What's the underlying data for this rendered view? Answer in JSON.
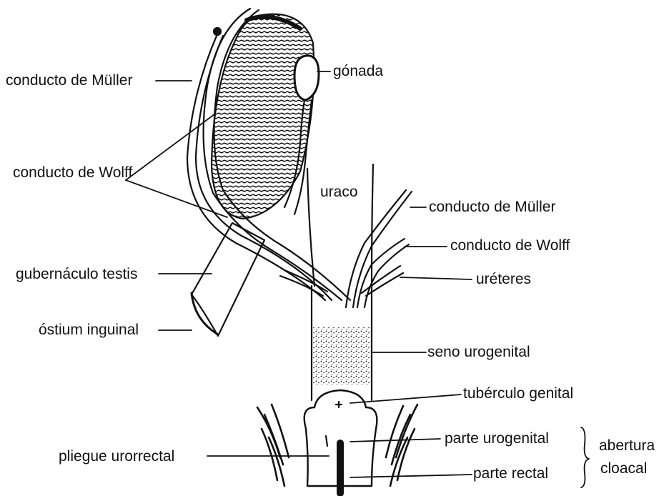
{
  "labels": {
    "conducto_muller_left": "conducto de Müller",
    "gonada": "gónada",
    "conducto_wolff_left": "conducto de Wolff",
    "uraco": "uraco",
    "conducto_muller_right": "conducto de Müller",
    "conducto_wolff_right": "conducto de Wolff",
    "gubernaculo": "gubernáculo testis",
    "ureteres": "uréteres",
    "ostium": "óstium inguinal",
    "seno": "seno urogenital",
    "tuberculo": "tubérculo genital",
    "parte_urogenital": "parte urogenital",
    "pliegue": "pliegue urorrectal",
    "parte_rectal": "parte rectal",
    "abertura_1": "abertura",
    "abertura_2": "cloacal"
  },
  "colors": {
    "ink": "#111111",
    "background": "#ffffff"
  }
}
